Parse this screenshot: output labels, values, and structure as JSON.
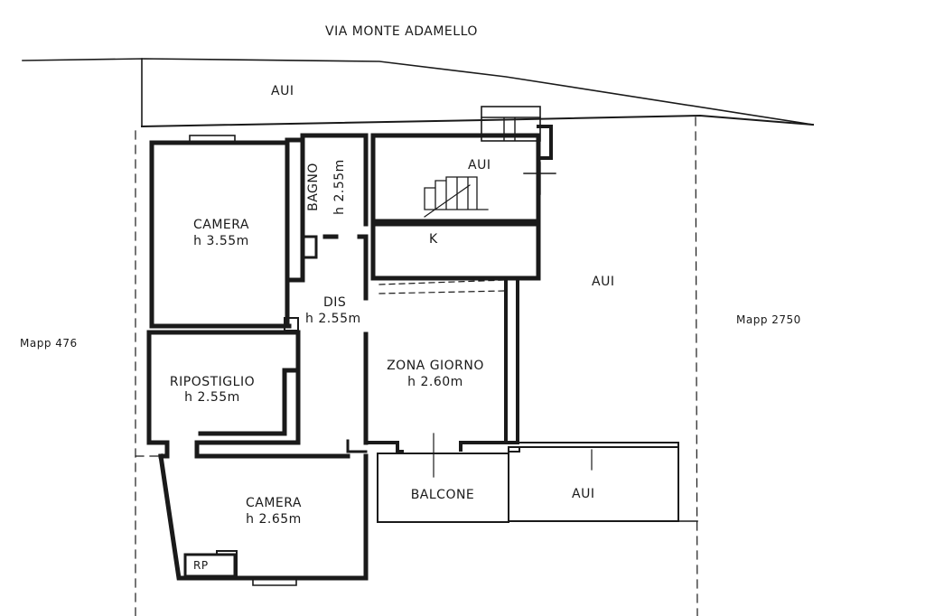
{
  "street": "VIA MONTE ADAMELLO",
  "neighbors": {
    "left": "Mapp 476",
    "right": "Mapp 2750"
  },
  "areas": {
    "aui_top": "AUI",
    "aui_stair": "AUI",
    "aui_right": "AUI",
    "aui_balcony": "AUI"
  },
  "rooms": {
    "camera_1": {
      "name": "CAMERA",
      "height": "h 3.55m"
    },
    "bagno": {
      "name": "BAGNO",
      "height": "h 2.55m"
    },
    "k": {
      "name": "K"
    },
    "dis": {
      "name": "DIS",
      "height": "h 2.55m"
    },
    "ripostiglio": {
      "name": "RIPOSTIGLIO",
      "height": "h 2.55m"
    },
    "zona_giorno": {
      "name": "ZONA GIORNO",
      "height": "h 2.60m"
    },
    "camera_2": {
      "name": "CAMERA",
      "height": "h 2.65m"
    },
    "balcone": {
      "name": "BALCONE"
    },
    "rp": {
      "name": "RP"
    }
  },
  "colors": {
    "wall": "#1a1a1a",
    "background": "#ffffff"
  }
}
